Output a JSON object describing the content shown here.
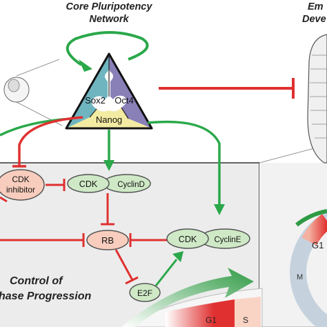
{
  "header": {
    "title_line1": "Core Pluripotency",
    "title_line2": "Network",
    "right_title_line1": "Em",
    "right_title_line2": "Deve"
  },
  "network": {
    "sox2": "Sox2",
    "oct4": "Oct4",
    "nanog": "Nanog"
  },
  "nodes": {
    "cdk_inhibitor_line1": "CDK",
    "cdk_inhibitor_line2": "inhibitor",
    "cdk_top": "CDK",
    "cyclin_d": "CyclinD",
    "rb": "RB",
    "cdk_right": "CDK",
    "cyclin_e": "CyclinE",
    "e2f": "E2F"
  },
  "caption": {
    "line1": "Control of",
    "line2": "hase Progression"
  },
  "phases": {
    "g1_bottom": "G1",
    "s_bottom": "S",
    "g1_right": "G1",
    "m_right": "M"
  },
  "colors": {
    "activation_green": "#2aa84a",
    "inhibition_red": "#e03030",
    "sox2_teal": "#6fb5c0",
    "oct4_purple": "#8a80b8",
    "nanog_yellow": "#f3eba2",
    "node_red_fill": "#f8cdbd",
    "node_green_fill": "#cfe9c6",
    "panel_grey": "#ececec"
  }
}
